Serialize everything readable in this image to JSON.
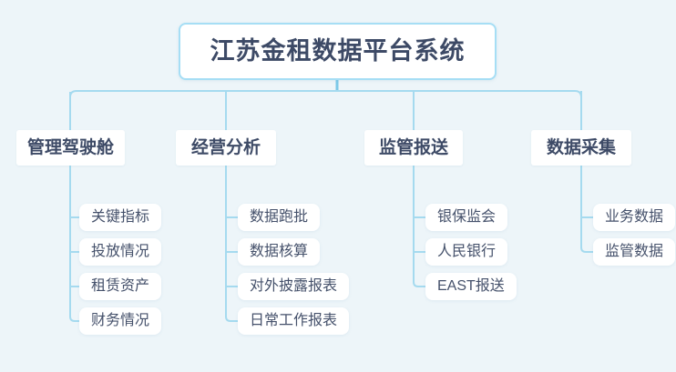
{
  "tree": {
    "root": "江苏金租数据平台系统",
    "branches": [
      {
        "label": "管理驾驶舱",
        "children": [
          "关键指标",
          "投放情况",
          "租赁资产",
          "财务情况"
        ]
      },
      {
        "label": "经营分析",
        "children": [
          "数据跑批",
          "数据核算",
          "对外披露报表",
          "日常工作报表"
        ]
      },
      {
        "label": "监管报送",
        "children": [
          "银保监会",
          "人民银行",
          "EAST报送"
        ]
      },
      {
        "label": "数据采集",
        "children": [
          "业务数据",
          "监管数据"
        ]
      }
    ]
  },
  "colors": {
    "background": "#edf5f9",
    "node_background": "#ffffff",
    "root_border": "#a6def5",
    "line": "#a5daef",
    "root_stub": "#7cc9e8",
    "text": "#3d4a66"
  }
}
